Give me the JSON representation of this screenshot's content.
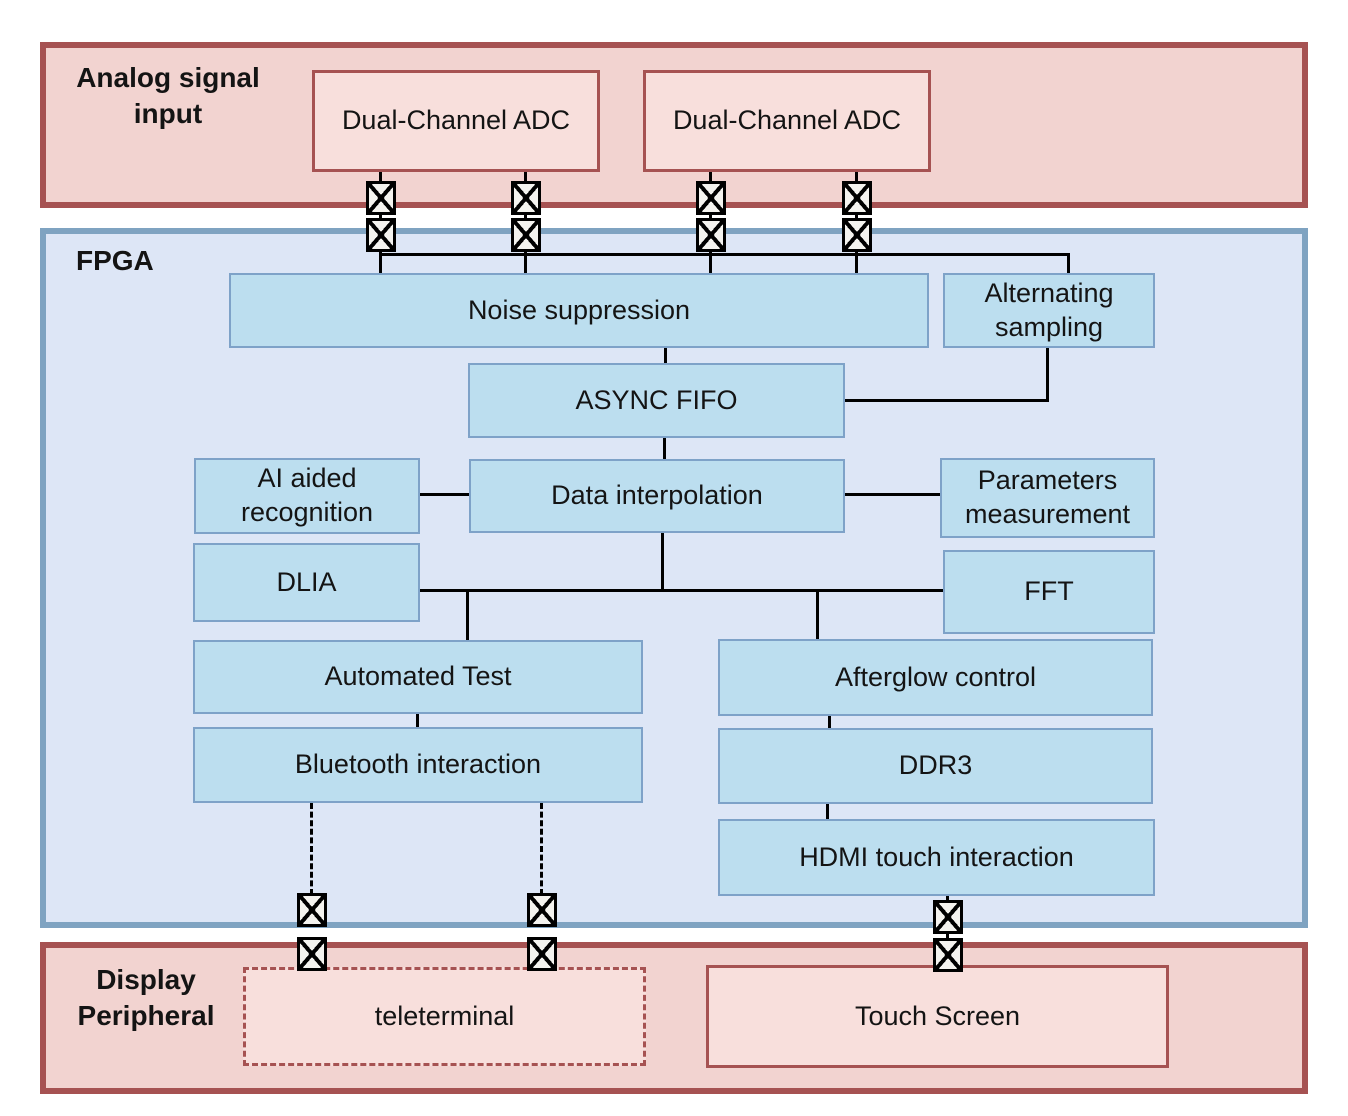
{
  "colors": {
    "section-red-border": "#a65252",
    "section-pink-fill": "#f2d3d0",
    "pink-box-fill": "#f8dfdc",
    "pink-box-border": "#a65252",
    "fpga-border": "#7fa3c1",
    "fpga-fill": "#dde6f6",
    "blue-box-fill": "#bcdeef",
    "blue-box-border": "#7ea2c8",
    "line-color": "#000000",
    "text-color": "#141414",
    "connector-fill": "#f4f3ef"
  },
  "icons": {
    "connector": "bowtie-connector-icon"
  },
  "analog_section": {
    "label": "Analog signal\ninput",
    "blocks": {
      "adc_left": "Dual-Channel ADC",
      "adc_right": "Dual-Channel ADC"
    }
  },
  "fpga_section": {
    "label": "FPGA",
    "blocks": {
      "noise_suppression": "Noise suppression",
      "alternating_sampling": "Alternating\nsampling",
      "async_fifo": "ASYNC FIFO",
      "ai_aided_recognition": "AI aided\nrecognition",
      "data_interpolation": "Data interpolation",
      "parameters_measurement": "Parameters\nmeasurement",
      "dlia": "DLIA",
      "fft": "FFT",
      "automated_test": "Automated Test",
      "afterglow_control": "Afterglow control",
      "bluetooth_interaction": "Bluetooth interaction",
      "ddr3": "DDR3",
      "hdmi_touch_interaction": "HDMI touch interaction"
    }
  },
  "display_section": {
    "label": "Display\nPeripheral",
    "blocks": {
      "teleterminal": "teleterminal",
      "touch_screen": "Touch Screen"
    }
  }
}
